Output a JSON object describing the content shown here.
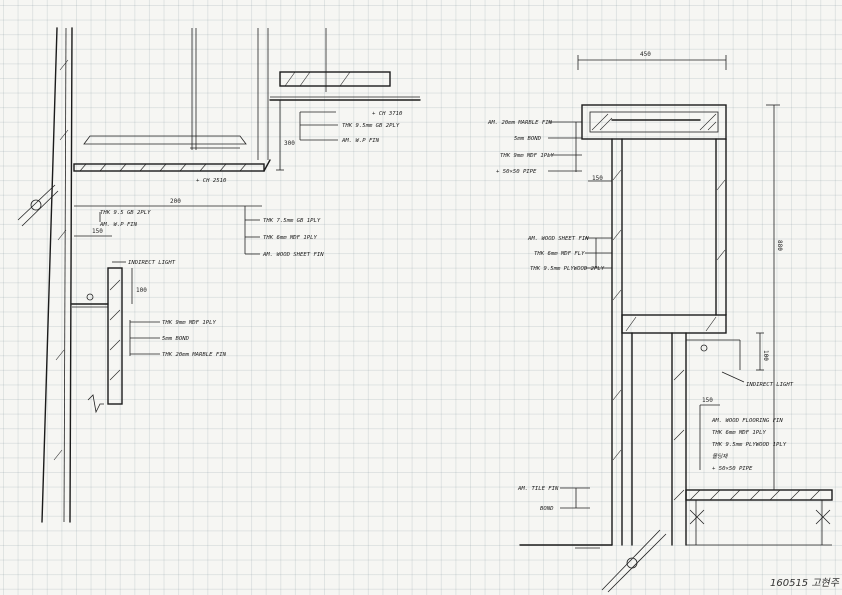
{
  "left_detail": {
    "ceiling_spec_top": [
      "+ CH 3710",
      "THK 9.5mm GB 2PLY",
      "AM. W.P FIN"
    ],
    "ceiling_note": "+ CH 2510",
    "wall_spec_left": [
      "THK 9.5 GB 2PLY",
      "AM. W.P FIN"
    ],
    "wall_spec_right": [
      "THK 7.5mm GB 1PLY",
      "THK 6mm MDF 1PLY",
      "AM. WOOD SHEET FIN"
    ],
    "indirect_light": "INDIRECT LIGHT",
    "niche_spec": [
      "THK 9mm MDF 1PLY",
      "5mm BOND",
      "THK 20mm MARBLE FIN"
    ],
    "dims": [
      "200",
      "150",
      "300",
      "100"
    ]
  },
  "right_detail": {
    "top_dim": "450",
    "height_dim": "880",
    "side_dim": "100",
    "inner_dim": "150",
    "bottom_dim": "150",
    "top_spec": [
      "AM. 20mm MARBLE FIN",
      "5mm BOND",
      "THK 9mm MDF 1PLY",
      "+ 50×50 PIPE"
    ],
    "mid_spec": [
      "AM. WOOD SHEET FIN",
      "THK 6mm MDF FLY",
      "THK 9.5mm PLYWOOD 2PLY"
    ],
    "indirect_light": "INDIRECT LIGHT",
    "floor_spec": [
      "AM. WOOD FLOORING FIN",
      "THK 6mm MDF 1PLY",
      "THK 9.5mm PLYWOOD 1PLY",
      "몰딩재",
      "+ 50×50 PIPE"
    ],
    "base_spec": [
      "AM. TILE FIN",
      "BOND"
    ]
  },
  "signature": "160515 고현주"
}
